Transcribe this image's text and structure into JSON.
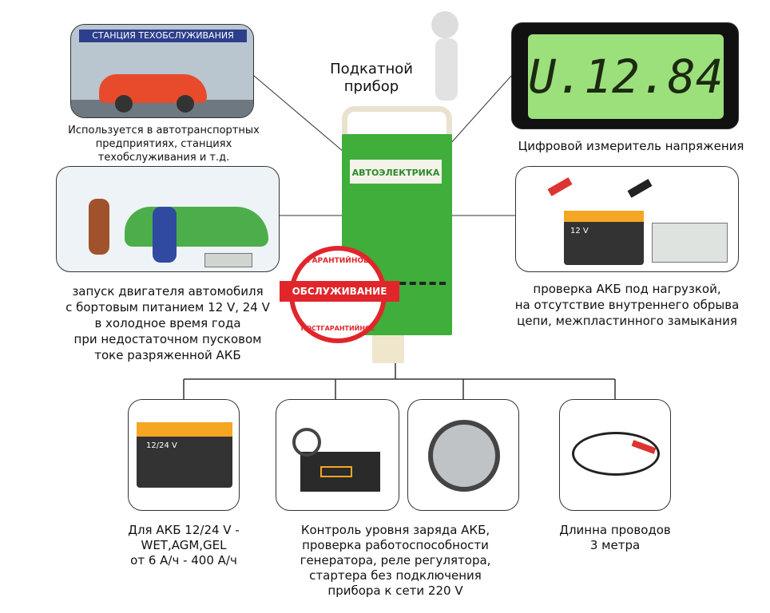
{
  "center": {
    "title_line1": "Подкатной",
    "title_line2": "прибор",
    "brand": "АВТОЭЛЕКТРИКА"
  },
  "stamp": {
    "top": "ГАРАНТИЙНОЕ",
    "ribbon": "ОБСЛУЖИВАНИЕ",
    "bottom": "ПОСТГАРАНТИЙНОЕ"
  },
  "station": {
    "banner": "СТАНЦИЯ ТЕХОБСЛУЖИВАНИЯ",
    "caption": [
      "Используется в автотранспортных",
      "предприятиях, станциях",
      "техобслуживания и т.д."
    ]
  },
  "display": {
    "reading": "U.12.84",
    "caption": "Цифровой измеритель напряжения"
  },
  "cold_start": {
    "caption": [
      "запуск двигателя автомобиля",
      "с бортовым питанием 12 V, 24 V",
      "в холодное время года",
      "при недостаточном пусковом",
      "токе разряженной АКБ"
    ]
  },
  "load_test": {
    "battery_label": "12 V",
    "caption": [
      "проверка АКБ под нагрузкой,",
      "на отсутствие внутреннего обрыва",
      "цепи, межпластинного замыкания"
    ]
  },
  "features": [
    {
      "battery_label": "12/24 V",
      "caption": [
        "Для АКБ 12/24 V -",
        "WET,AGM,GEL",
        "от 6 А/ч - 400 А/ч"
      ]
    },
    {
      "caption": [
        "Контроль уровня заряда АКБ,",
        "проверка работоспособности",
        "генератора, реле регулятора,",
        "стартера без подключения",
        "прибора к сети 220 V"
      ]
    },
    {
      "caption": []
    },
    {
      "caption": [
        "Длинна проводов",
        "3 метра"
      ]
    }
  ],
  "colors": {
    "device_green": "#3fae3a",
    "stamp_red": "#e0262b",
    "lcd": "#9be07a"
  }
}
